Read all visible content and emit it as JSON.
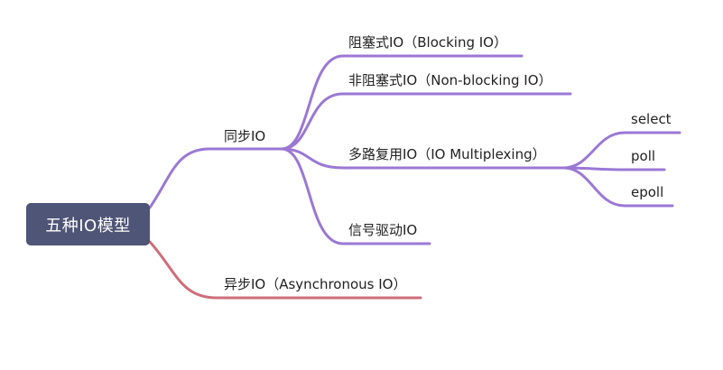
{
  "root": {
    "label": "五种IO模型"
  },
  "branches": {
    "sync": {
      "label": "同步IO",
      "children": {
        "blocking": "阻塞式IO（Blocking IO）",
        "nonblocking": "非阻塞式IO（Non-blocking IO）",
        "multiplexing": {
          "label": "多路复用IO（IO Multiplexing）",
          "children": {
            "select": "select",
            "poll": "poll",
            "epoll": "epoll"
          }
        },
        "signal": "信号驱动IO"
      }
    },
    "async": {
      "label": "异步IO（Asynchronous IO）"
    }
  },
  "colors": {
    "root_fill": "#4e5576",
    "sync_branch": "#9a78d4",
    "async_branch": "#cd6e7a",
    "text": "#222222"
  }
}
